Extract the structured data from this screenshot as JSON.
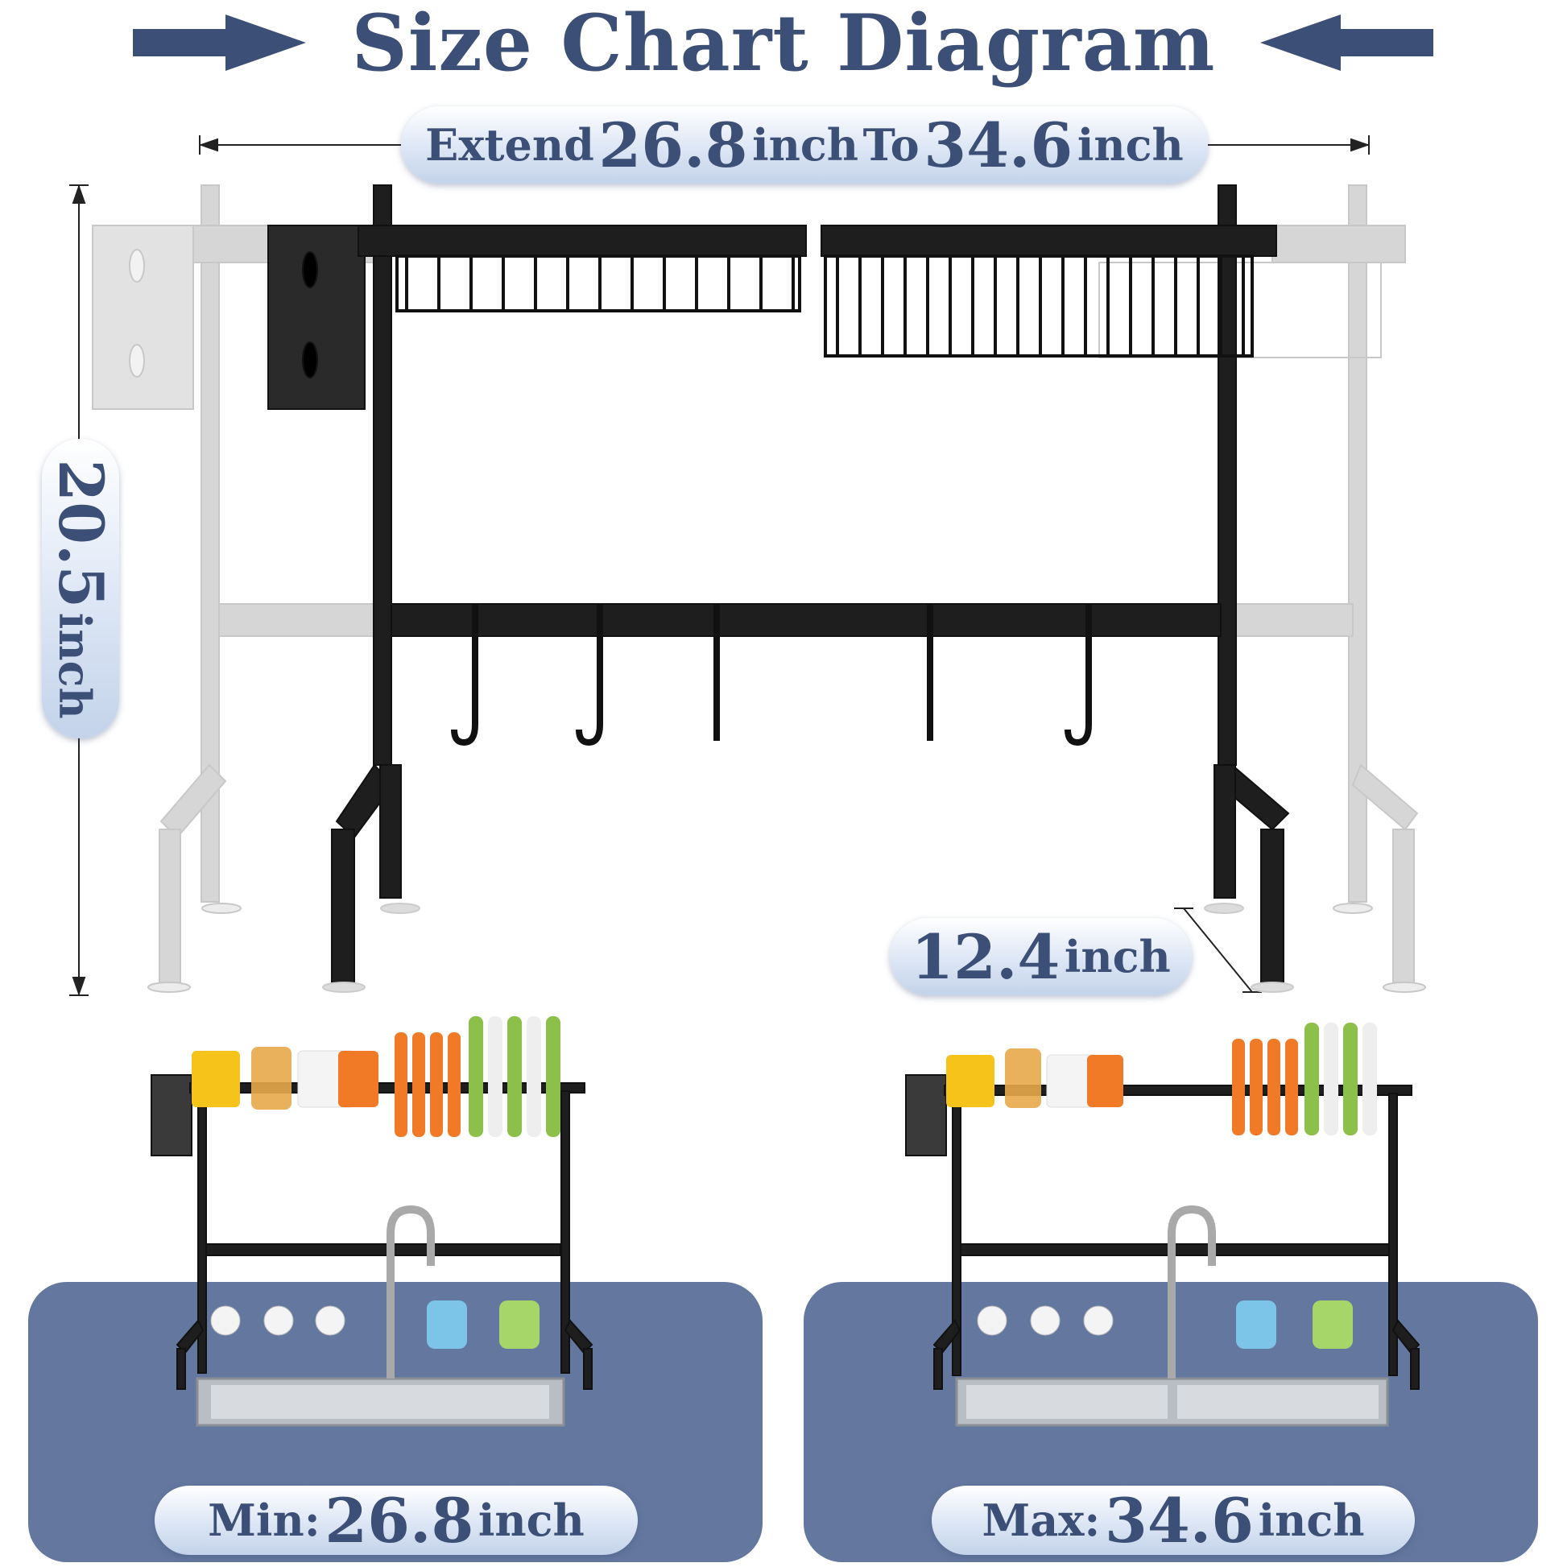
{
  "title": "Size Chart Diagram",
  "width_label": {
    "prefix": "Extend",
    "min": "26.8",
    "unit1": "inch",
    "to": "To",
    "max": "34.6",
    "unit2": "inch"
  },
  "height_label": {
    "value": "20.5",
    "unit": "inch"
  },
  "depth_label": {
    "value": "12.4",
    "unit": "inch"
  },
  "min_panel": {
    "label": "Min:",
    "value": "26.8",
    "unit": "inch"
  },
  "max_panel": {
    "label": "Max:",
    "value": "34.6",
    "unit": "inch"
  },
  "colors": {
    "title": "#3c4f76",
    "arrow": "#3c4f76",
    "panel": "#63779f",
    "rack": "#1b1b1b",
    "ghost": "#d3d3d3"
  }
}
